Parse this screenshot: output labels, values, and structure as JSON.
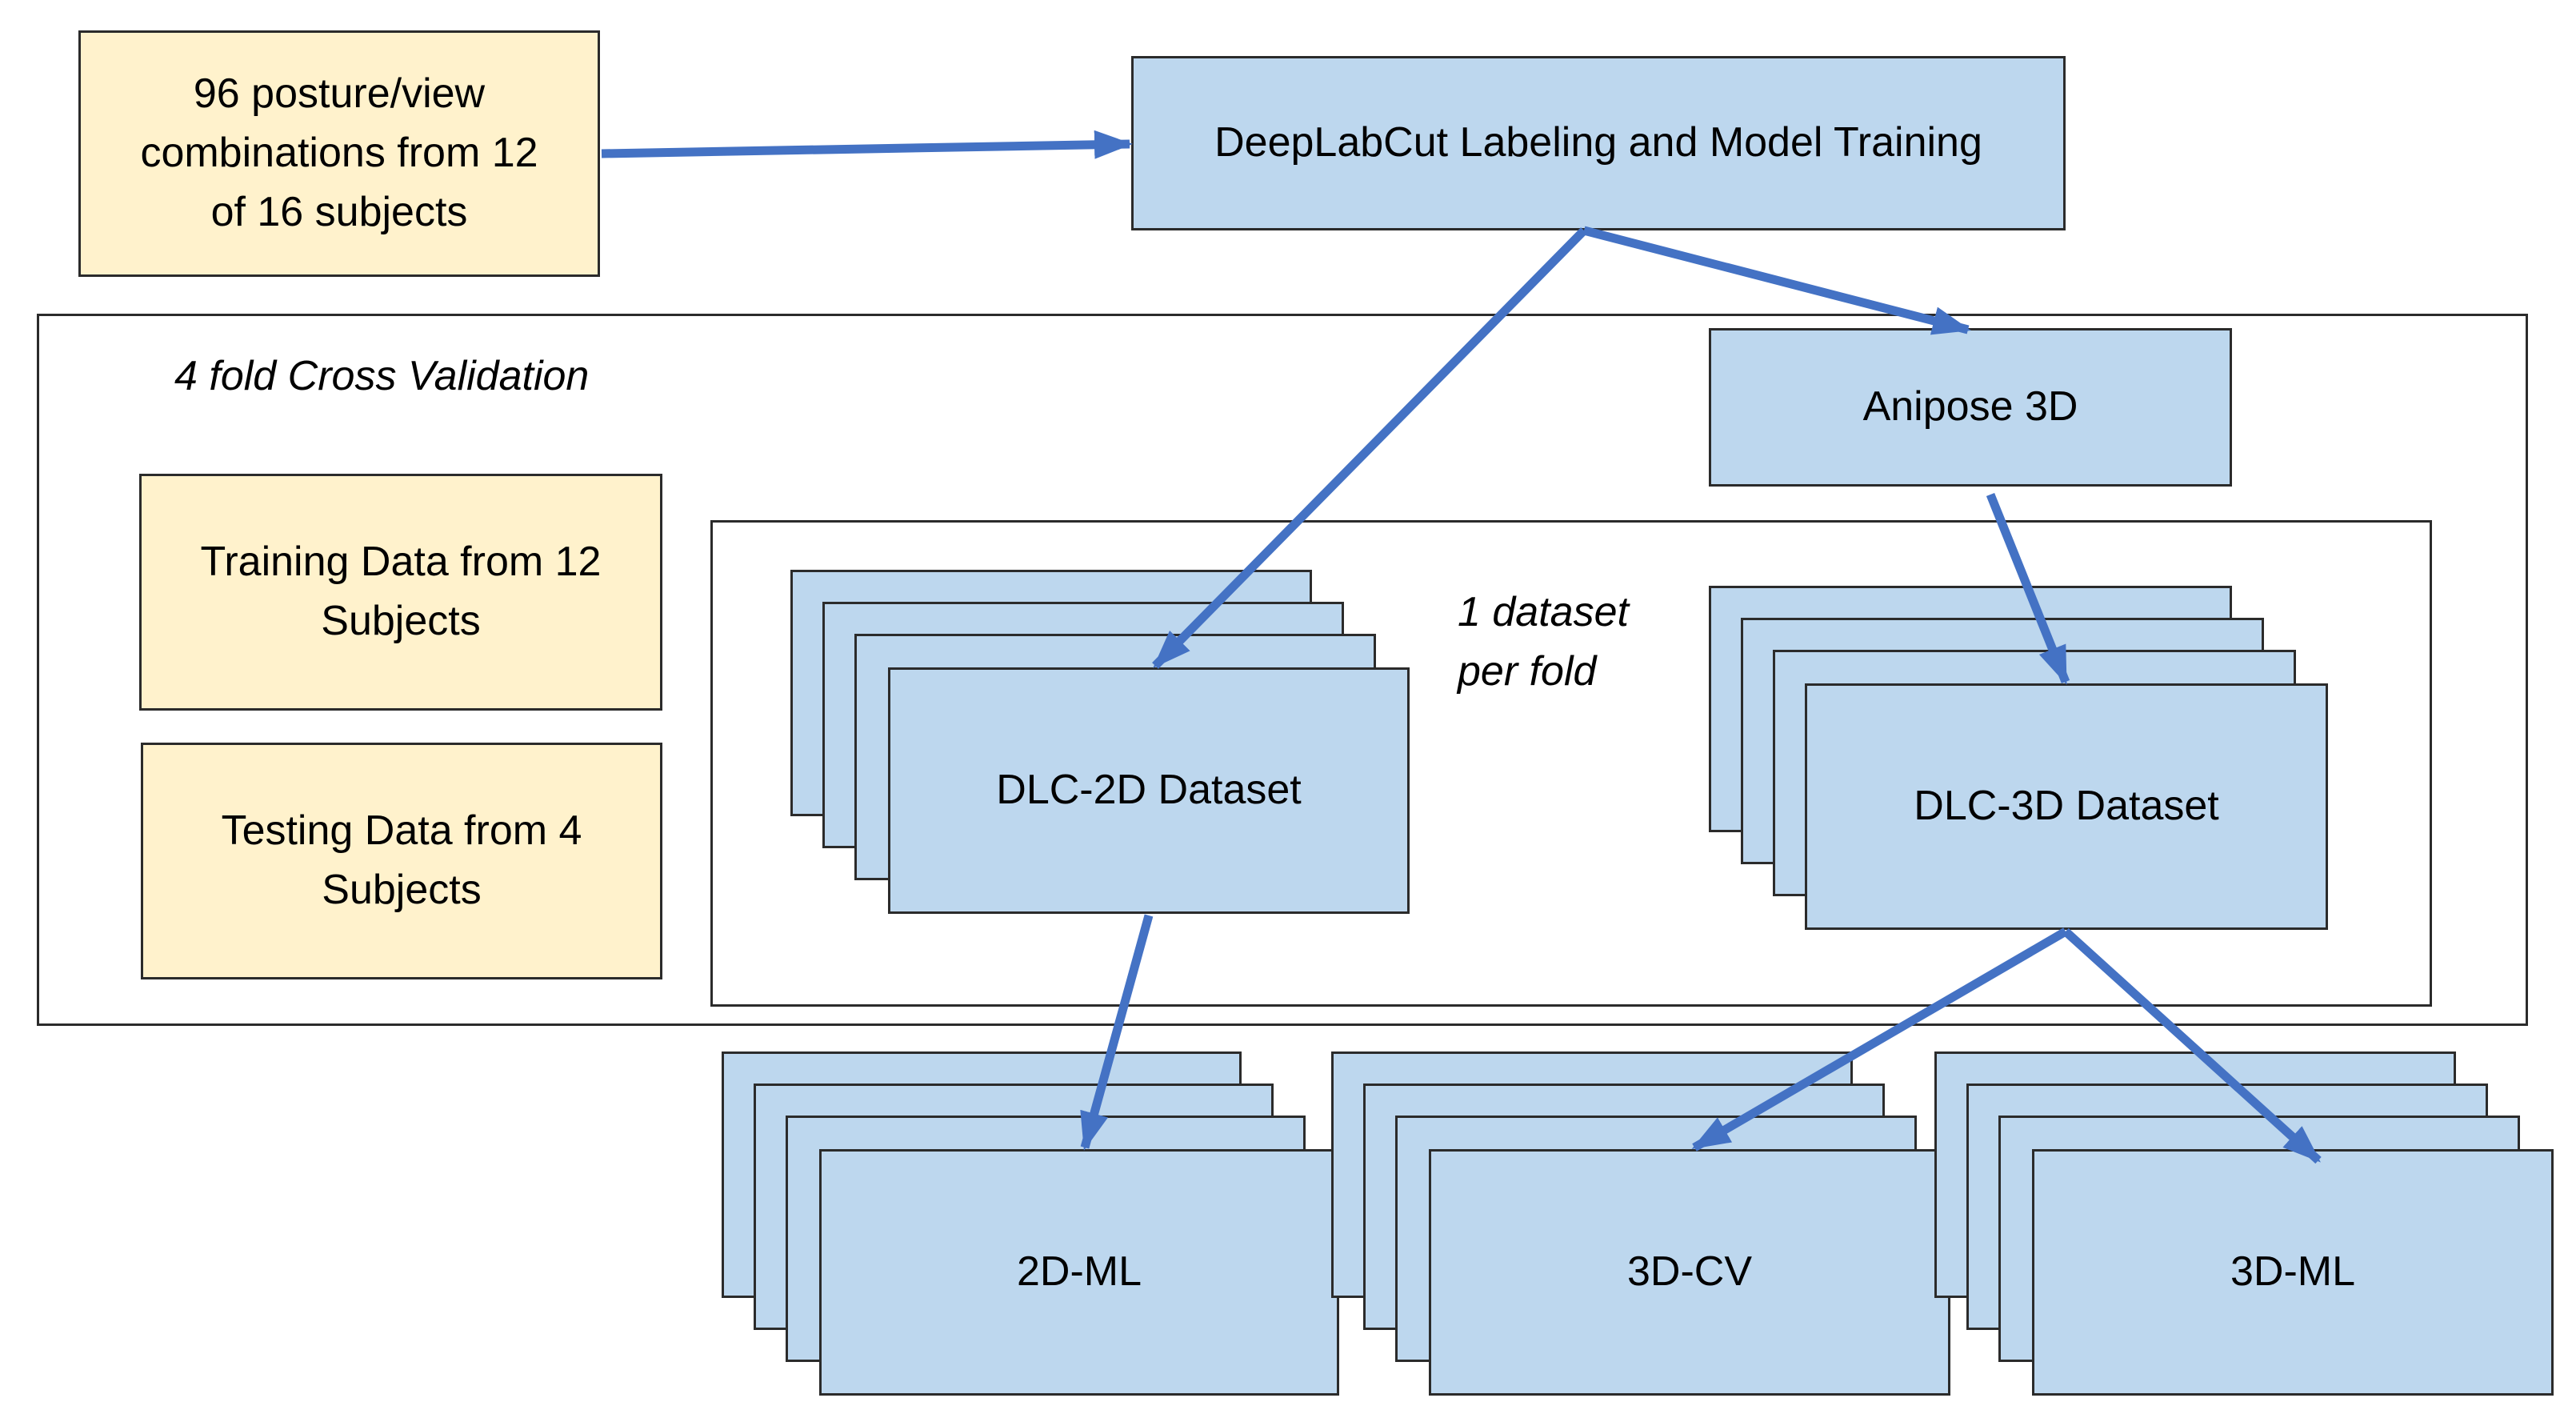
{
  "source": {
    "text_line1": "96 posture/view",
    "text_line2": "combinations from 12",
    "text_line3": "of 16 subjects"
  },
  "training": {
    "text": "DeepLabCut Labeling and Model Training"
  },
  "cross_validation": {
    "label": "4 fold Cross Validation",
    "training_data_line1": "Training Data from 12",
    "training_data_line2": "Subjects",
    "testing_data_line1": "Testing Data from 4",
    "testing_data_line2": "Subjects"
  },
  "anipose": {
    "text": "Anipose 3D"
  },
  "datasets": {
    "per_fold_line1": "1 dataset",
    "per_fold_line2": "per fold",
    "dlc2d": "DLC-2D Dataset",
    "dlc3d": "DLC-3D Dataset"
  },
  "outputs": {
    "ml2d": "2D-ML",
    "cv3d": "3D-CV",
    "ml3d": "3D-ML"
  },
  "colors": {
    "yellow_fill": "#fff2cc",
    "blue_fill": "#bdd7ee",
    "arrow": "#4472c4",
    "border": "#2b2b2b"
  }
}
